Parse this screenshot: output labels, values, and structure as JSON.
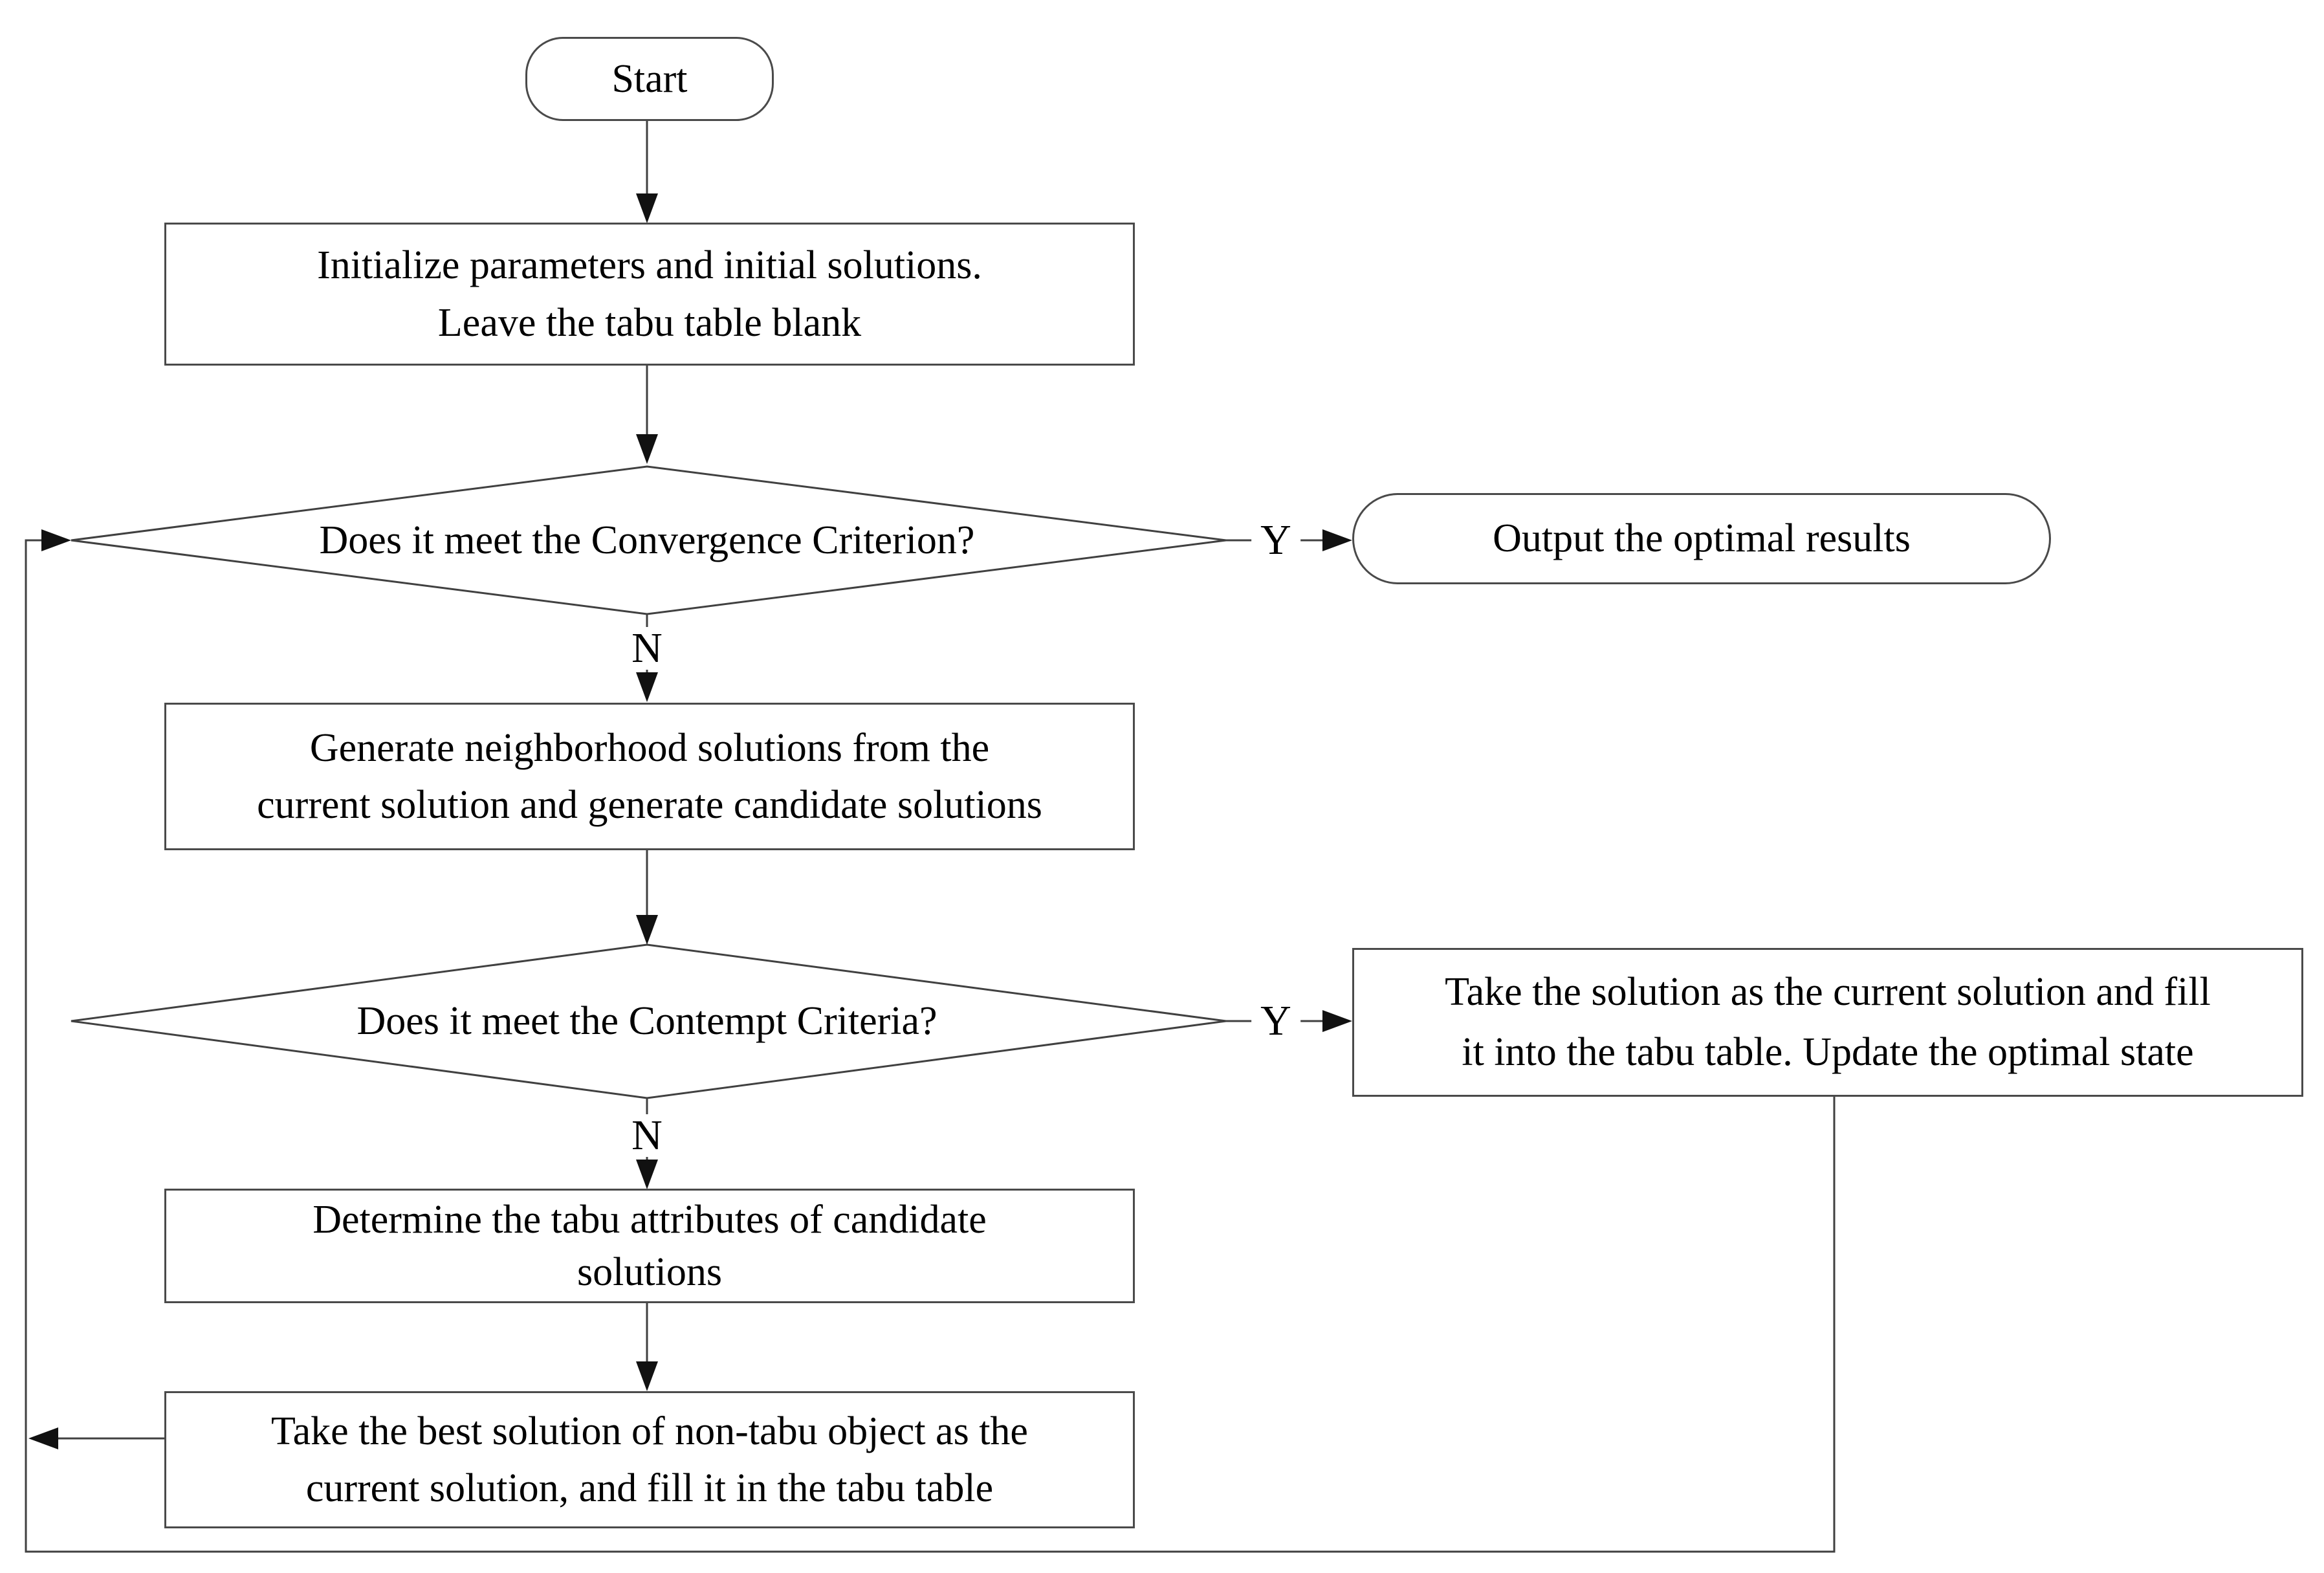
{
  "diagram": {
    "nodes": {
      "start": {
        "label": "Start"
      },
      "initialize": {
        "lines": [
          "Initialize parameters and initial solutions.",
          "Leave the tabu table blank"
        ]
      },
      "convergence_decision": {
        "label": "Does it meet the Convergence Criterion?"
      },
      "output": {
        "label": "Output the optimal results"
      },
      "generate": {
        "lines": [
          "Generate neighborhood solutions from the",
          "current solution and generate candidate solutions"
        ]
      },
      "contempt_decision": {
        "label": "Does it meet the Contempt Criteria?"
      },
      "take_solution": {
        "lines": [
          "Take the solution as the current solution and fill",
          "it into the tabu table. Update the optimal state"
        ]
      },
      "determine": {
        "lines": [
          "Determine the tabu attributes of candidate",
          "solutions"
        ]
      },
      "take_best": {
        "lines": [
          "Take the best solution of non-tabu object as the",
          "current solution, and fill it in the tabu table"
        ]
      }
    },
    "edges": {
      "convergence_yes": "Y",
      "convergence_no": "N",
      "contempt_yes": "Y",
      "contempt_no": "N"
    },
    "colors": {
      "line": "#404040",
      "border": "#4a4a4a",
      "arrowhead": "#111111",
      "text": "#000000",
      "background": "#ffffff"
    }
  }
}
